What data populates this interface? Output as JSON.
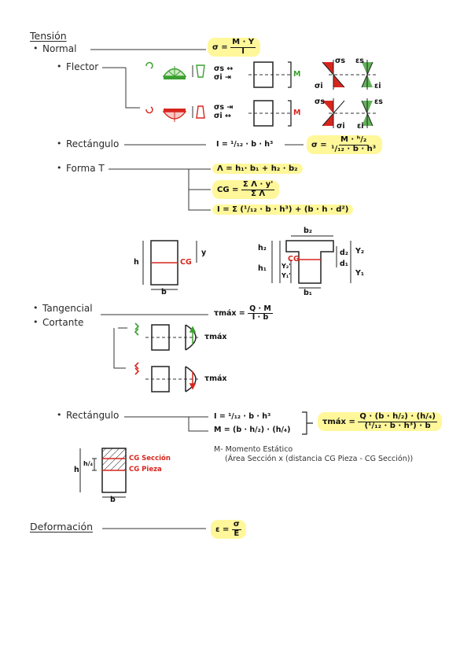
{
  "headings": {
    "tension": "Tensión",
    "normal": "Normal",
    "flector": "Flector",
    "rectangulo": "Rectángulo",
    "forma_t": "Forma T",
    "tangencial": "Tangencial",
    "cortante": "Cortante",
    "rectangulo2": "Rectángulo",
    "deformacion": "Deformación"
  },
  "formulas": {
    "sigma_lhs": "σ =",
    "sigma_num": "M · Y",
    "sigma_den": "I",
    "inertia_rect": "I = ¹/₁₂ · b · h³",
    "sigma_rect_lhs": "σ =",
    "sigma_rect_num": "M · ʰ/₂",
    "sigma_rect_den": "¹/₁₂ · b · h³",
    "area_t": "Λ = h₁· b₁ + h₂ · b₂",
    "cg_lhs": "CG =",
    "cg_num": "Σ Λ · y'",
    "cg_den": "Σ Λ",
    "inertia_t": "I = Σ (¹/₁₂ · b · h³) + (b · h · d²)",
    "tau_lhs": "τmáx =",
    "tau_num": "Q · M",
    "tau_den": "I · b",
    "inertia_rect2": "I = ¹/₁₂ · b · h³",
    "moment_rect2": "M = (b · h/₂) · (h/₄)",
    "tau_rect_lhs": "τmáx =",
    "tau_rect_num": "Q · (b · h/₂) · (h/₄)",
    "tau_rect_den": "(¹/₁₂ · b · h³) · b",
    "eps_lhs": "ε =",
    "eps_num": "σ",
    "eps_den": "E"
  },
  "stress_labels": {
    "sigma_s": "σs",
    "sigma_i": "σi",
    "eps_s": "εs",
    "eps_i": "εi",
    "top_sym1": "σs ↔",
    "bot_sym1": "σi ⇥",
    "top_sym2": "σs ⇥",
    "bot_sym2": "σi ↔",
    "M_pos": "M",
    "M_neg": "M"
  },
  "diagram_labels": {
    "h": "h",
    "b": "b",
    "y": "y",
    "cg": "CG",
    "b2": "b₂",
    "b1": "b₁",
    "h2": "h₂",
    "h1": "h₁",
    "d2": "d₂",
    "d1": "d₁",
    "y2": "Y₂",
    "y1": "Y₁",
    "y1p": "Y₁'",
    "y2p": "Y₂'",
    "tau1": "τmáx",
    "tau2": "τmáx",
    "h4": "h/₄",
    "cg_seccion": "CG Sección",
    "cg_pieza": "CG Pieza"
  },
  "notes": {
    "line1": "M- Momento Estático",
    "line2": "(Área Sección x (distancia CG Pieza - CG Sección))"
  },
  "colors": {
    "highlight": "#fff79a",
    "red": "#d7261e",
    "green": "#3aa02e"
  }
}
